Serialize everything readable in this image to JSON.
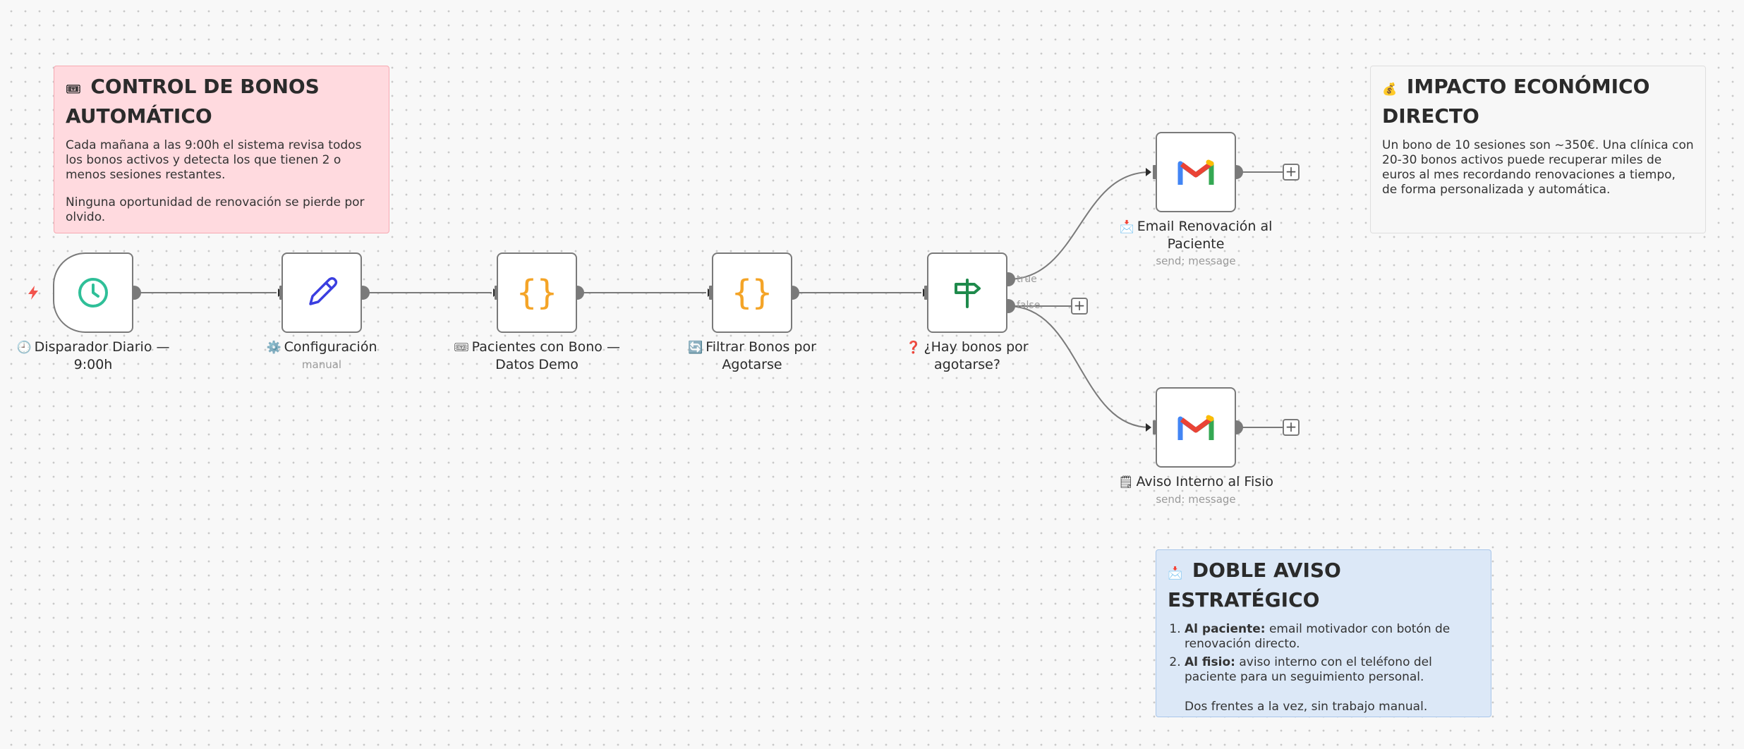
{
  "notes": {
    "control": {
      "emoji": "🎟",
      "title": "CONTROL DE BONOS AUTOMÁTICO",
      "p1": "Cada mañana a las 9:00h el sistema revisa todos los bonos activos y detecta los que tienen 2 o menos sesiones restantes.",
      "p2": "Ninguna oportunidad de renovación se pierde por olvido."
    },
    "impacto": {
      "emoji": "💰",
      "title": "IMPACTO ECONÓMICO DIRECTO",
      "p1": "Un bono de 10 sesiones son ~350€. Una clínica con 20-30 bonos activos puede recuperar miles de euros al mes recordando renovaciones a tiempo, de forma personalizada y automática."
    },
    "doble": {
      "emoji": "📩",
      "title": "DOBLE AVISO ESTRATÉGICO",
      "item1_bold": "Al paciente:",
      "item1_text": " email motivador con botón de renovación directo.",
      "item2_bold": "Al fisio:",
      "item2_text": " aviso interno con el teléfono del paciente para un seguimiento personal.",
      "item2_extra": "Dos frentes a la vez, sin trabajo manual."
    }
  },
  "nodes": {
    "trigger": {
      "emoji": "🕘",
      "label": "Disparador Diario — 9:00h",
      "icon": "clock-icon"
    },
    "config": {
      "emoji": "⚙️",
      "label": "Configuración",
      "sub": "manual",
      "icon": "pencil-icon"
    },
    "pacientes": {
      "emoji": "🎟",
      "label": "Pacientes con Bono — Datos Demo",
      "icon": "code-braces-icon"
    },
    "filtrar": {
      "emoji": "🔄",
      "label": "Filtrar Bonos por Agotarse",
      "icon": "code-braces-icon"
    },
    "if": {
      "emoji": "❓",
      "label": "¿Hay bonos por agotarse?",
      "icon": "signpost-icon",
      "true_label": "true",
      "false_label": "false"
    },
    "email": {
      "emoji": "📩",
      "label": "Email Renovación al Paciente",
      "sub": "send: message",
      "icon": "gmail-icon"
    },
    "aviso": {
      "emoji": "🗒",
      "label": "Aviso Interno al Fisio",
      "sub": "send: message",
      "icon": "gmail-icon"
    }
  },
  "colors": {
    "clock": "#2fbf98",
    "pencil": "#3a3ee0",
    "braces": "#f4a427",
    "signpost": "#1f8a4c",
    "trigger_bolt": "#f2544d"
  }
}
